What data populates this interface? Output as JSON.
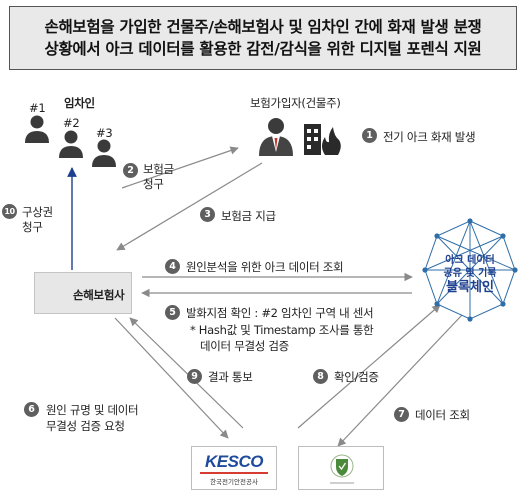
{
  "title": {
    "line1": "손해보험을 가입한 건물주/손해보험사 및 임차인 간에 화재 발생 분쟁",
    "line2": "상황에서 아크 데이터를 활용한 감전/감식을 위한 디지털 포렌식  지원"
  },
  "tenants": {
    "label": "임차인",
    "ids": [
      "#1",
      "#2",
      "#3"
    ]
  },
  "policyholder": {
    "label": "보험가입자(건물주)"
  },
  "insurer": {
    "label": "손해보험사"
  },
  "blockchain": {
    "line1": "아크 데이터",
    "line2": "공유 및 기록",
    "line3": "블록체인"
  },
  "kesco": {
    "logo": "KESCO",
    "name": "한국전기안전공사"
  },
  "steps": [
    {
      "num": "1",
      "lines": [
        "전기 아크 화재 발생"
      ]
    },
    {
      "num": "2",
      "lines": [
        "보험금",
        "청구"
      ]
    },
    {
      "num": "3",
      "lines": [
        "보험금 지급"
      ]
    },
    {
      "num": "4",
      "lines": [
        "원인분석을 위한 아크 데이터 조회"
      ]
    },
    {
      "num": "5",
      "lines": [
        "발화지점 확인 : #2 임차인 구역 내 센서",
        "* Hash값 및 Timestamp 조사를 통한",
        "데이터 무결성 검증"
      ]
    },
    {
      "num": "6",
      "lines": [
        "원인 규명 및 데이터",
        "무결성 검증 요청"
      ]
    },
    {
      "num": "7",
      "lines": [
        "데이터 조회"
      ]
    },
    {
      "num": "8",
      "lines": [
        "확인/검증"
      ]
    },
    {
      "num": "9",
      "lines": [
        "결과 통보"
      ]
    },
    {
      "num": "10",
      "lines": [
        "구상권",
        "청구"
      ]
    }
  ],
  "colors": {
    "arrow": "#8a8a8a",
    "blue_arrow": "#1f3f8f",
    "badge": "#5f5f5f",
    "accent_red": "#c0392b",
    "chain_blue": "#1f3f8f",
    "kesco_blue": "#1e4a9c",
    "kesco_red": "#d63c2f",
    "shield_green": "#4a8a3a"
  },
  "icons": [
    "person-icon",
    "businessman-icon",
    "building-fire-icon",
    "blockchain-network-icon",
    "shield-logo-icon"
  ]
}
